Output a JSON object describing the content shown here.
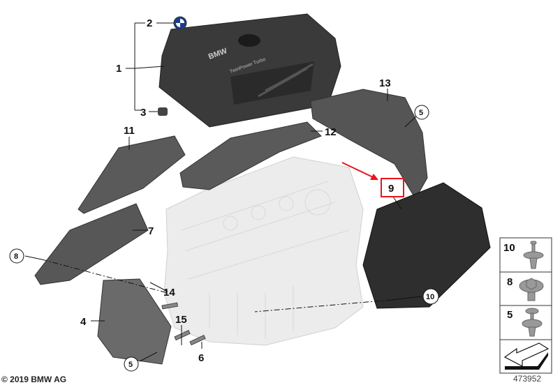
{
  "diagram": {
    "callouts": [
      {
        "id": "1",
        "label": "1"
      },
      {
        "id": "2",
        "label": "2"
      },
      {
        "id": "3",
        "label": "3"
      },
      {
        "id": "4",
        "label": "4"
      },
      {
        "id": "5a",
        "label": "5"
      },
      {
        "id": "5b",
        "label": "5"
      },
      {
        "id": "6",
        "label": "6"
      },
      {
        "id": "7",
        "label": "7"
      },
      {
        "id": "8",
        "label": "8"
      },
      {
        "id": "9",
        "label": "9"
      },
      {
        "id": "10",
        "label": "10"
      },
      {
        "id": "11",
        "label": "11"
      },
      {
        "id": "12",
        "label": "12"
      },
      {
        "id": "13",
        "label": "13"
      },
      {
        "id": "14",
        "label": "14"
      },
      {
        "id": "15",
        "label": "15"
      }
    ],
    "cover_text": {
      "brand": "BMW",
      "model": "TwinPower Turbo"
    },
    "highlight": {
      "label": "9",
      "color": "#e8141c"
    },
    "legend": [
      {
        "label": "10",
        "icon": "push-rivet-icon"
      },
      {
        "label": "8",
        "icon": "hex-collar-bolt-icon"
      },
      {
        "label": "5",
        "icon": "expanding-rivet-icon"
      },
      {
        "label": "",
        "icon": "view-direction-arrow-icon"
      }
    ]
  },
  "footer": {
    "copyright": "© 2019 BMW AG",
    "image_number": "473952"
  }
}
